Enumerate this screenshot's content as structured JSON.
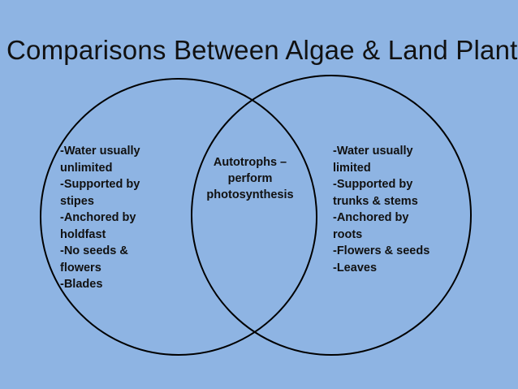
{
  "title": "Comparisons Between Algae & Land Plants",
  "colors": {
    "background": "#8eb4e3",
    "circle_stroke": "#000000",
    "text": "#111111"
  },
  "left_circle": {
    "lines": [
      "-Water usually",
      "unlimited",
      "-Supported by",
      "stipes",
      "-Anchored by",
      "holdfast",
      "-No seeds &",
      "flowers",
      "-Blades"
    ]
  },
  "overlap": {
    "lines": [
      "Autotrophs –",
      "perform",
      "photosynthesis"
    ]
  },
  "right_circle": {
    "lines": [
      "-Water usually",
      "limited",
      "-Supported by",
      "trunks & stems",
      "-Anchored by",
      "roots",
      "-Flowers & seeds",
      "-Leaves"
    ]
  }
}
